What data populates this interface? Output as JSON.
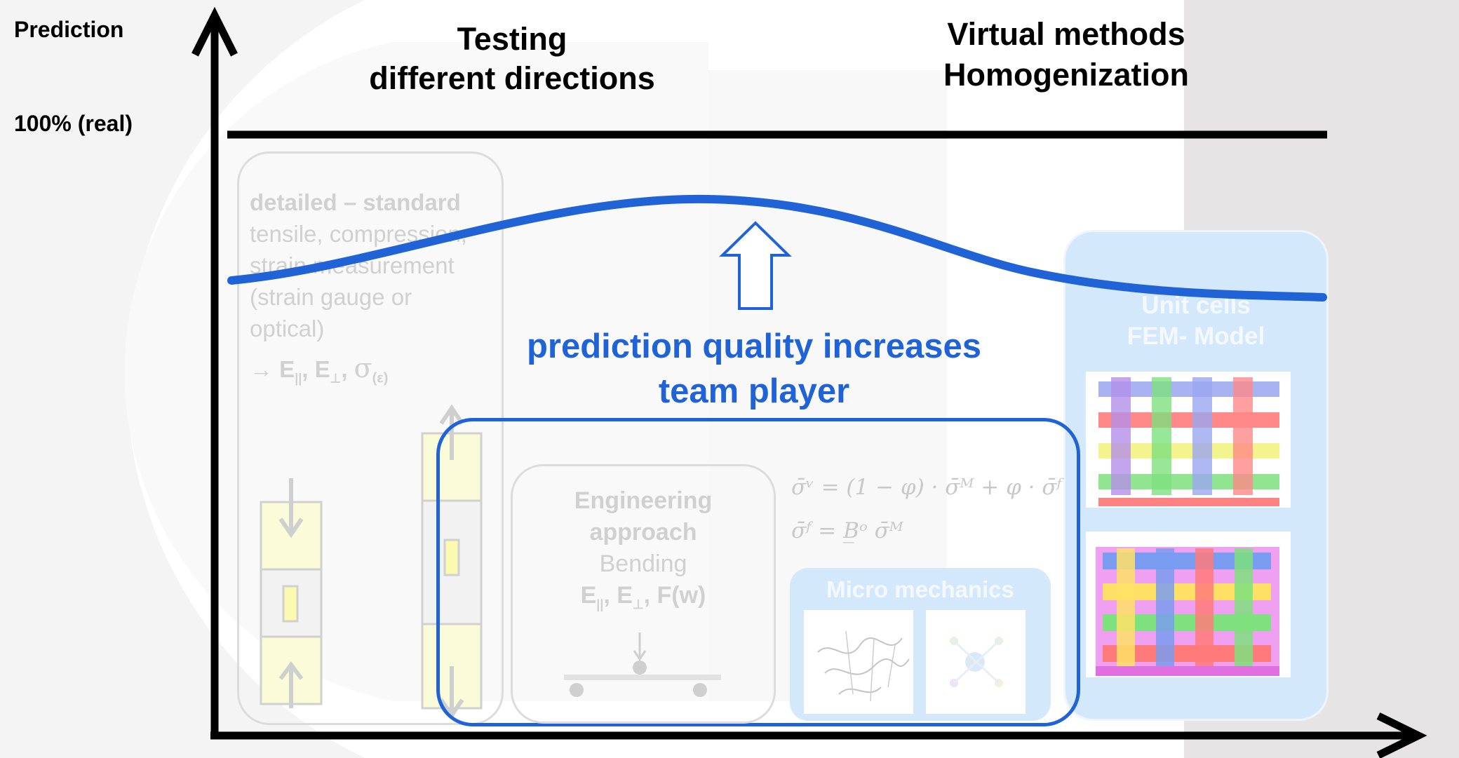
{
  "axis": {
    "y_label": "Prediction",
    "reference_label": "100% (real)"
  },
  "headings": {
    "testing_line1": "Testing",
    "testing_line2": "different directions",
    "virtual_line1": "Virtual methods",
    "virtual_line2": "Homogenization"
  },
  "detailed_box": {
    "title": "detailed – standard",
    "line1": "tensile, compression,",
    "line2": "strain measurement",
    "line3": "(strain gauge or",
    "line4": "optical)",
    "result_arrow": "→",
    "result_e_par": "E",
    "result_e_par_sub": "||",
    "result_sep1": ", ",
    "result_e_perp": "E",
    "result_e_perp_sub": "⊥",
    "result_sep2": ", ",
    "result_sigma": "σ",
    "result_sigma_sub": "(ε)"
  },
  "callout": {
    "line1": "prediction quality increases",
    "line2": "team player"
  },
  "engineering_box": {
    "line1": "Engineering",
    "line2": "approach",
    "line3": "Bending",
    "result_e1": "E",
    "result_e1_sub": "||",
    "result_sep1": ", E",
    "result_e2_sub": "⊥",
    "result_tail": ", F(w)"
  },
  "equations": {
    "eq1": "σ̄ᵛ = (1 − φ) · σ̄ᴹ + φ · σ̄ᶠ",
    "eq2": "σ̄ᶠ = B̲ᵒ σ̄ᴹ"
  },
  "micro_box": {
    "title": "Micro mechanics"
  },
  "unit_cells_box": {
    "line1": "Unit cells",
    "line2": "FEM- Model"
  },
  "colors": {
    "curve": "#1f63d6",
    "callout_text": "#1f63d6",
    "team_box_border": "#1f63d6",
    "light_blue_panel": "#cfe5fb",
    "faded_text": "#cccccc",
    "right_strip": "#e6e4e4"
  }
}
